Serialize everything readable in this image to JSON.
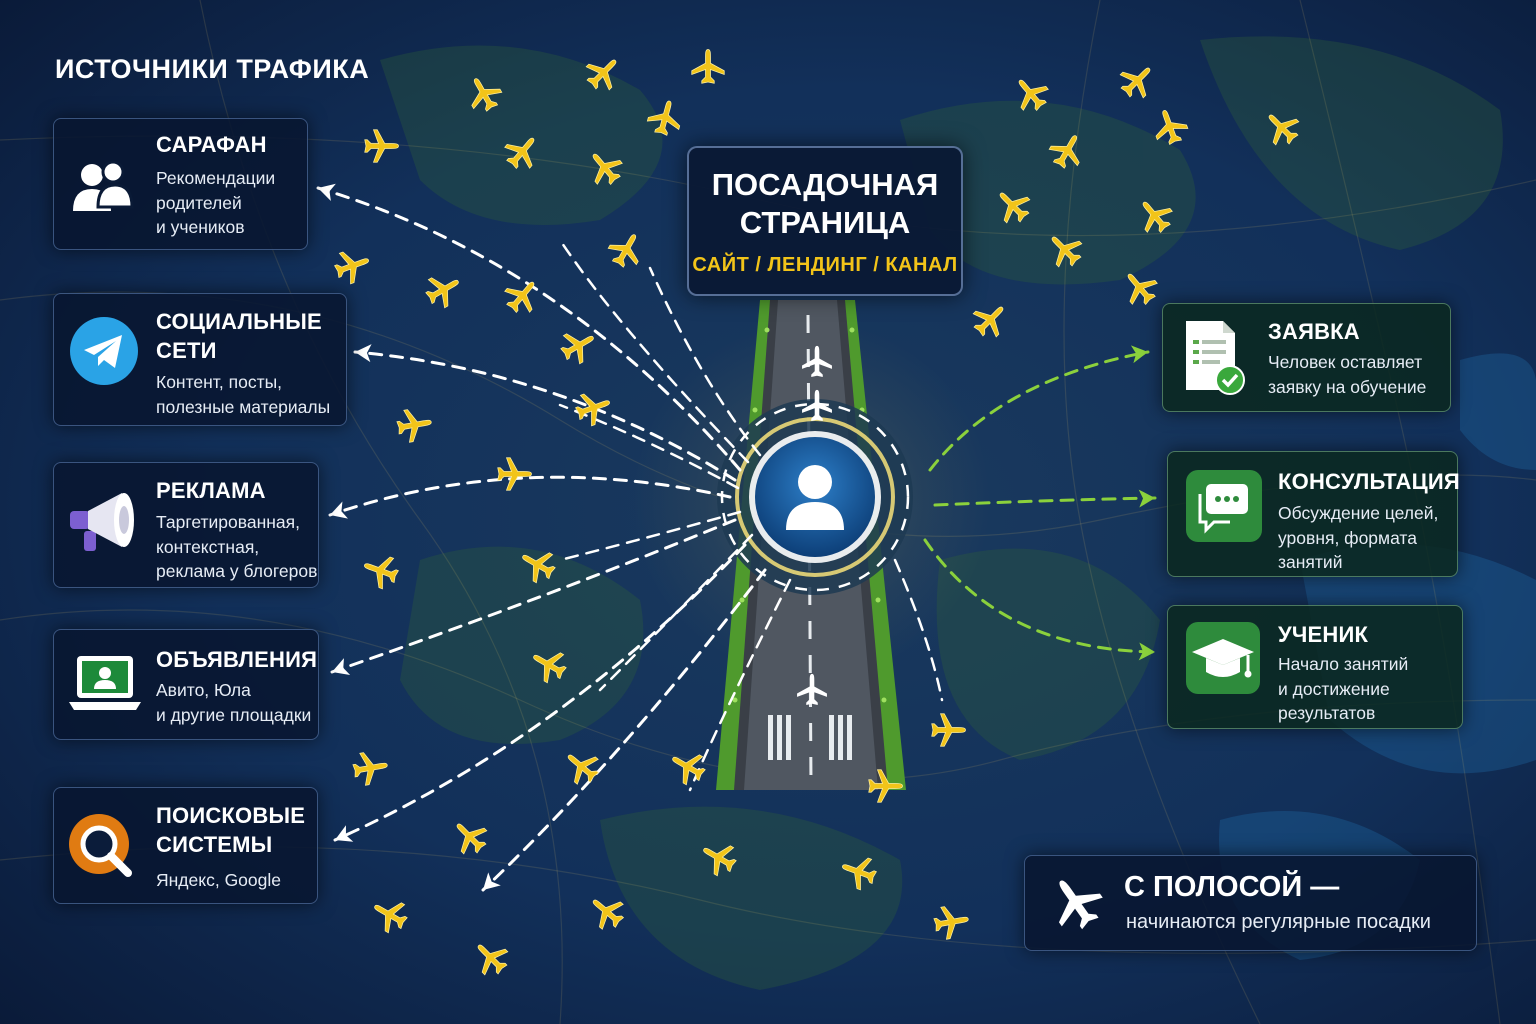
{
  "sources_heading": "ИСТОЧНИКИ ТРАФИКА",
  "landing": {
    "title": "ПОСАДОЧНАЯ\nСТРАНИЦА",
    "subtitle": "САЙТ / ЛЕНДИНГ / КАНАЛ"
  },
  "sources": [
    {
      "title": "САРАФАН",
      "desc": "Рекомендации\nродителей\nи учеников",
      "icon": "users-icon"
    },
    {
      "title": "СОЦИАЛЬНЫЕ\nСЕТИ",
      "desc": "Контент, посты,\nполезные материалы",
      "icon": "telegram-icon"
    },
    {
      "title": "РЕКЛАМА",
      "desc": "Таргетированная,\nконтекстная,\nреклама у блогеров",
      "icon": "megaphone-icon"
    },
    {
      "title": "ОБЪЯВЛЕНИЯ",
      "desc": "Авито, Юла\nи другие площадки",
      "icon": "laptop-icon"
    },
    {
      "title": "ПОИСКОВЫЕ\nСИСТЕМЫ",
      "desc": "Яндекс, Google",
      "icon": "search-icon"
    }
  ],
  "outcomes": [
    {
      "title": "ЗАЯВКА",
      "desc": "Человек оставляет\nзаявку на обучение",
      "icon": "application-form-icon"
    },
    {
      "title": "КОНСУЛЬТАЦИЯ",
      "desc": "Обсуждение целей,\nуровня, формата\nзанятий",
      "icon": "chat-icon"
    },
    {
      "title": "УЧЕНИК",
      "desc": "Начало занятий\nи достижение\nрезультатов",
      "icon": "graduation-cap-icon"
    }
  ],
  "final": {
    "title": "С ПОЛОСОЙ —",
    "desc": "начинаются регулярные посадки",
    "icon": "airplane-icon"
  },
  "colors": {
    "background": "#0b1c3a",
    "accent_yellow": "#f2c419",
    "accent_green": "#8bd13c",
    "arrow_white": "#ffffff"
  }
}
